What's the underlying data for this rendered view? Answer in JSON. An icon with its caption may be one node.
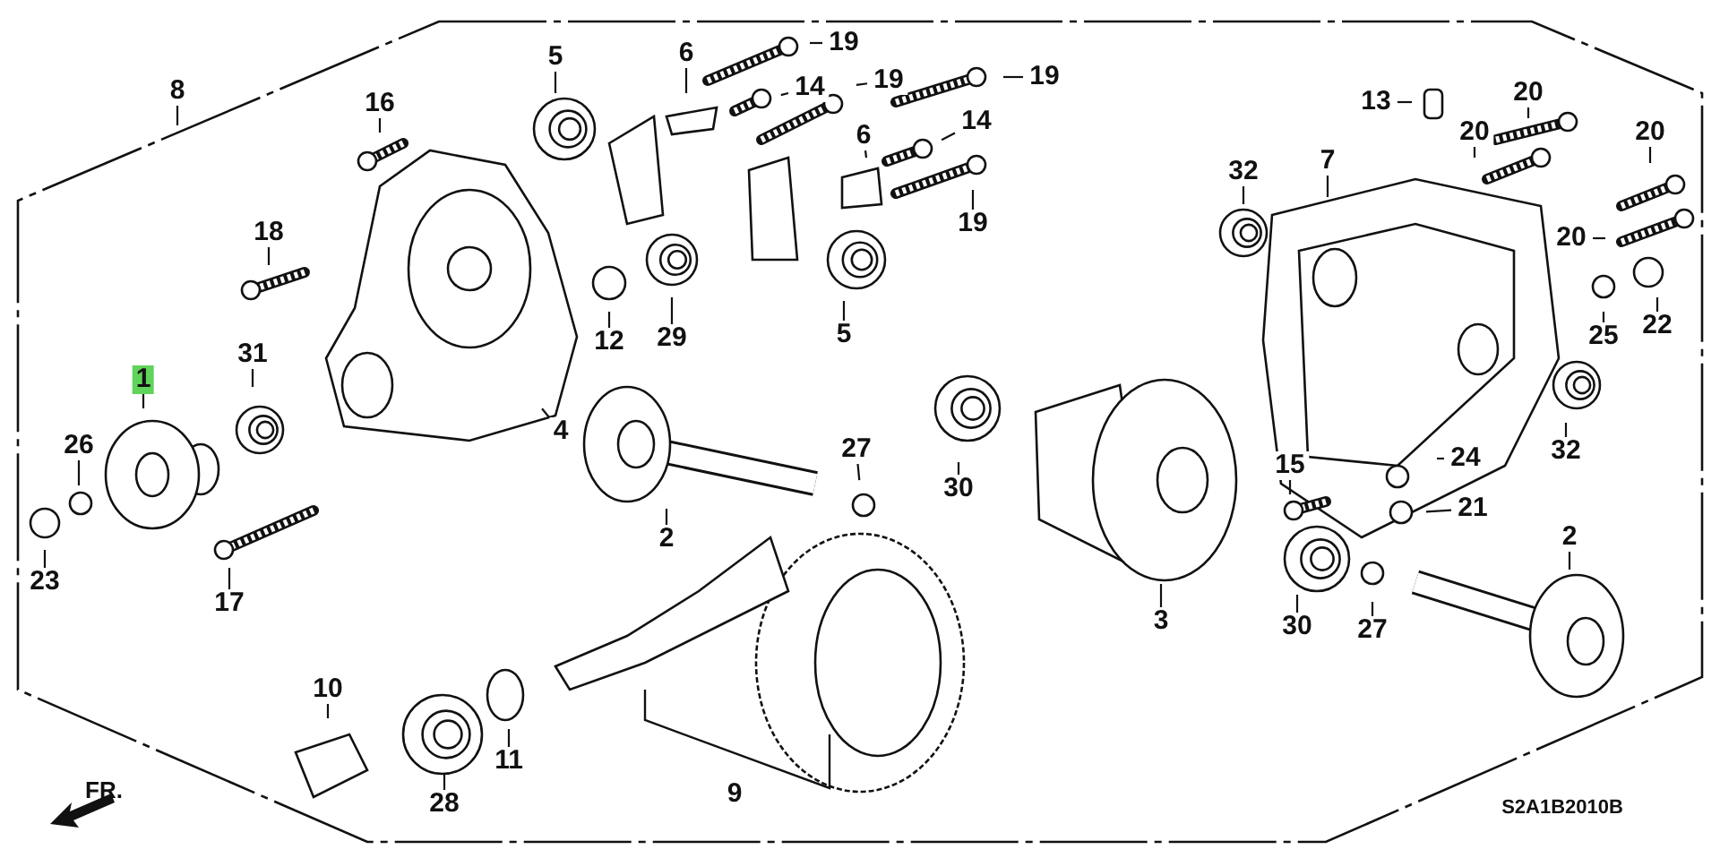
{
  "diagram": {
    "nodes": [
      {
        "text": [
          "5"
        ]
      },
      {
        "text": [
          "6"
        ]
      },
      {
        "text": [
          "19"
        ]
      },
      {
        "text": [
          "14"
        ]
      },
      {
        "text": [
          "19"
        ]
      },
      {
        "text": [
          "19"
        ]
      },
      {
        "text": [
          "8"
        ]
      },
      {
        "text": [
          "16"
        ]
      },
      {
        "text": [
          "13"
        ]
      },
      {
        "text": [
          "20"
        ]
      },
      {
        "text": [
          "14"
        ]
      },
      {
        "text": [
          "6"
        ]
      },
      {
        "text": [
          "20"
        ]
      },
      {
        "text": [
          "20"
        ]
      },
      {
        "text": [
          "7"
        ]
      },
      {
        "text": [
          "32"
        ]
      },
      {
        "text": [
          "19"
        ]
      },
      {
        "text": [
          "18"
        ]
      },
      {
        "text": [
          "20"
        ]
      },
      {
        "text": [
          "22"
        ]
      },
      {
        "text": [
          "29"
        ]
      },
      {
        "text": [
          "5"
        ]
      },
      {
        "text": [
          "25"
        ]
      },
      {
        "text": [
          "12"
        ]
      },
      {
        "text": [
          "31"
        ]
      },
      {
        "text": [
          "1"
        ]
      },
      {
        "text": [
          "4"
        ]
      },
      {
        "text": [
          "26"
        ]
      },
      {
        "text": [
          "27"
        ]
      },
      {
        "text": [
          "32"
        ]
      },
      {
        "text": [
          "24"
        ]
      },
      {
        "text": [
          "15"
        ]
      },
      {
        "text": [
          "30"
        ]
      },
      {
        "text": [
          "21"
        ]
      },
      {
        "text": [
          "2"
        ]
      },
      {
        "text": [
          "2"
        ]
      },
      {
        "text": [
          "23"
        ]
      },
      {
        "text": [
          "17"
        ]
      },
      {
        "text": [
          "3"
        ]
      },
      {
        "text": [
          "30"
        ]
      },
      {
        "text": [
          "27"
        ]
      },
      {
        "text": [
          "10"
        ]
      },
      {
        "text": [
          "11"
        ]
      },
      {
        "text": [
          "28"
        ]
      }
    ],
    "edges": [
      {
        "from": 0,
        "to": null,
        "arrow": "none"
      },
      {
        "from": 1,
        "to": null,
        "arrow": "none"
      },
      {
        "from": 2,
        "to": null,
        "arrow": "none"
      },
      {
        "from": 3,
        "to": null,
        "arrow": "none"
      },
      {
        "from": 4,
        "to": null,
        "arrow": "none"
      },
      {
        "from": 5,
        "to": null,
        "arrow": "none"
      },
      {
        "from": 6,
        "to": null,
        "arrow": "none"
      },
      {
        "from": 7,
        "to": null,
        "arrow": "none"
      },
      {
        "from": 8,
        "to": null,
        "arrow": "none"
      },
      {
        "from": 9,
        "to": null,
        "arrow": "none"
      },
      {
        "from": 10,
        "to": null,
        "arrow": "none"
      },
      {
        "from": 11,
        "to": null,
        "arrow": "none"
      },
      {
        "from": 12,
        "to": null,
        "arrow": "none"
      },
      {
        "from": 13,
        "to": null,
        "arrow": "none"
      },
      {
        "from": 14,
        "to": null,
        "arrow": "none"
      },
      {
        "from": 15,
        "to": null,
        "arrow": "none"
      },
      {
        "from": 16,
        "to": null,
        "arrow": "none"
      },
      {
        "from": 17,
        "to": null,
        "arrow": "none"
      },
      {
        "from": 18,
        "to": null,
        "arrow": "none"
      },
      {
        "from": 19,
        "to": null,
        "arrow": "none"
      },
      {
        "from": 20,
        "to": null,
        "arrow": "none"
      },
      {
        "from": 21,
        "to": null,
        "arrow": "none"
      },
      {
        "from": 22,
        "to": null,
        "arrow": "none"
      },
      {
        "from": 23,
        "to": null,
        "arrow": "none"
      },
      {
        "from": 24,
        "to": null,
        "arrow": "none"
      },
      {
        "from": 25,
        "to": null,
        "arrow": "none"
      },
      {
        "from": 26,
        "to": null,
        "arrow": "none"
      },
      {
        "from": 27,
        "to": null,
        "arrow": "none"
      },
      {
        "from": 28,
        "to": null,
        "arrow": "none"
      },
      {
        "from": 29,
        "to": null,
        "arrow": "none"
      },
      {
        "from": 30,
        "to": null,
        "arrow": "none"
      },
      {
        "from": 31,
        "to": null,
        "arrow": "none"
      },
      {
        "from": 32,
        "to": null,
        "arrow": "none"
      },
      {
        "from": 33,
        "to": null,
        "arrow": "none"
      },
      {
        "from": 34,
        "to": null,
        "arrow": "none"
      },
      {
        "from": 35,
        "to": null,
        "arrow": "none"
      },
      {
        "from": 36,
        "to": null,
        "arrow": "none"
      },
      {
        "from": 37,
        "to": null,
        "arrow": "none"
      },
      {
        "from": 38,
        "to": null,
        "arrow": "none"
      },
      {
        "from": 39,
        "to": null,
        "arrow": "none"
      },
      {
        "from": 40,
        "to": null,
        "arrow": "none"
      },
      {
        "from": 41,
        "to": null,
        "arrow": "none"
      },
      {
        "from": 42,
        "to": null,
        "arrow": "none"
      },
      {
        "from": 43,
        "to": null,
        "arrow": "none"
      }
    ],
    "labels": [
      "9",
      "FR.",
      "S2A1B2010B"
    ]
  }
}
